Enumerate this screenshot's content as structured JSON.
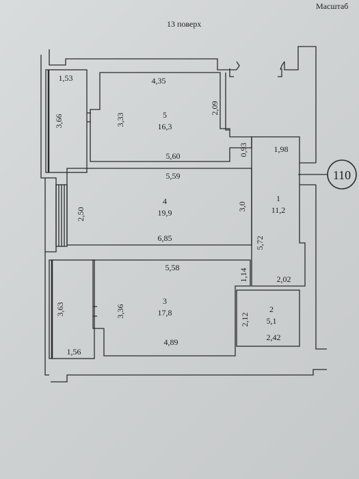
{
  "header": {
    "floor": "13 поверх",
    "scale": "Масштаб"
  },
  "apartment_number": "110",
  "rooms": [
    {
      "id": "1",
      "area": "11,2"
    },
    {
      "id": "2",
      "area": "5,1"
    },
    {
      "id": "3",
      "area": "17,8"
    },
    {
      "id": "4",
      "area": "19,9"
    },
    {
      "id": "5",
      "area": "16,3"
    }
  ],
  "dims": {
    "balcony_top_width": "1,53",
    "balcony_top_height": "3,66",
    "r5_top": "4,35",
    "r5_left": "3,33",
    "r5_right": "2,09",
    "r5_bottom": "5,60",
    "r5_corner": "0,93",
    "r1_top": "1,98",
    "r4_top": "5,59",
    "r4_left": "2,50",
    "r4_right": "3,0",
    "r4_bottom": "6,85",
    "r1_left": "5,72",
    "r3_top": "5,58",
    "r3_corner": "1,14",
    "r1_bottom": "2,02",
    "balcony_bottom_height": "3,63",
    "r3_left": "3,36",
    "r2_left": "2,12",
    "r2_bottom": "2,42",
    "r3_bottom": "4,89",
    "balcony_bottom_width": "1,56"
  }
}
